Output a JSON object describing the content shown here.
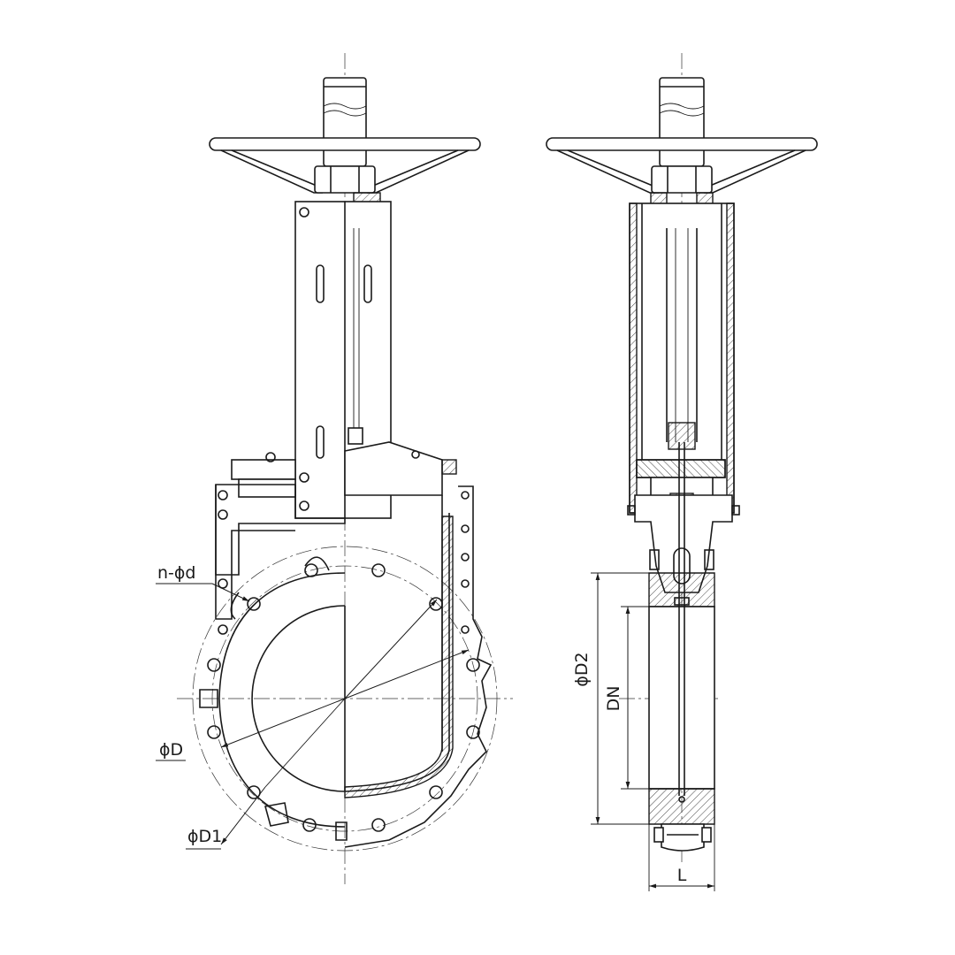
{
  "labels": {
    "bolt_holes": "n-ϕd",
    "flange_diameter": "ϕD",
    "bolt_circle_diameter": "ϕD1",
    "raised_face_diameter": "ϕD2",
    "nominal_diameter": "DN",
    "face_to_face_length": "L"
  },
  "colors": {
    "line": "#1a1a1a",
    "background": "#ffffff"
  }
}
